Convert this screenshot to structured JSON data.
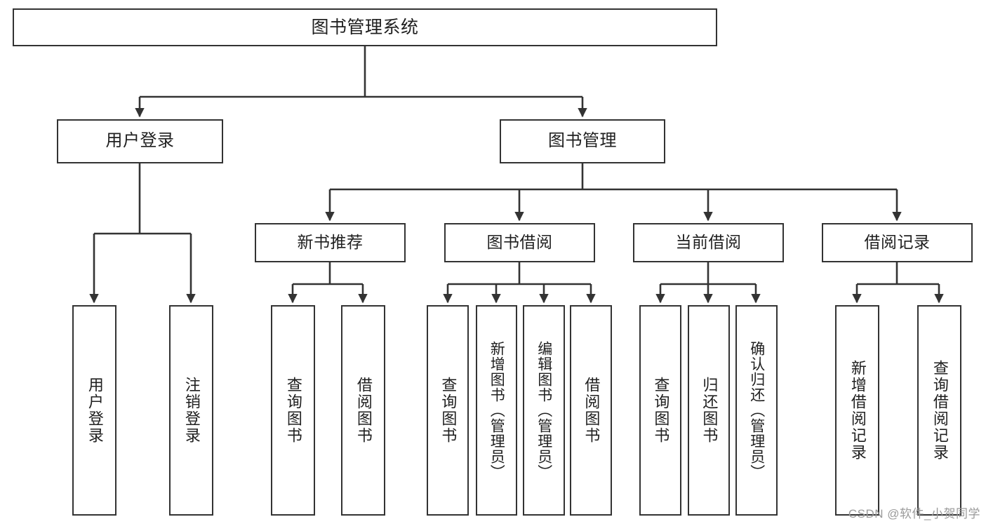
{
  "diagram": {
    "title": "图书管理系统",
    "type": "tree-hierarchy",
    "root": {
      "id": "root",
      "label": "图书管理系统"
    },
    "level1": [
      {
        "id": "user-login",
        "label": "用户登录"
      },
      {
        "id": "book-management",
        "label": "图书管理"
      }
    ],
    "level2": [
      {
        "id": "new-book-recommend",
        "label": "新书推荐",
        "parent": "book-management"
      },
      {
        "id": "book-borrow",
        "label": "图书借阅",
        "parent": "book-management"
      },
      {
        "id": "current-borrow",
        "label": "当前借阅",
        "parent": "book-management"
      },
      {
        "id": "borrow-record",
        "label": "借阅记录",
        "parent": "book-management"
      }
    ],
    "leaves": [
      {
        "id": "leaf-user-login",
        "label": "用户登录",
        "parent": "user-login"
      },
      {
        "id": "leaf-user-logout",
        "label": "注销登录",
        "parent": "user-login"
      },
      {
        "id": "leaf-query-book-1",
        "label": "查询图书",
        "parent": "new-book-recommend"
      },
      {
        "id": "leaf-borrow-book-1",
        "label": "借阅图书",
        "parent": "new-book-recommend"
      },
      {
        "id": "leaf-query-book-2",
        "label": "查询图书",
        "parent": "book-borrow"
      },
      {
        "id": "leaf-add-book",
        "label": "新增图书（管理员）",
        "parent": "book-borrow"
      },
      {
        "id": "leaf-edit-book",
        "label": "编辑图书（管理员）",
        "parent": "book-borrow"
      },
      {
        "id": "leaf-borrow-book-2",
        "label": "借阅图书",
        "parent": "book-borrow"
      },
      {
        "id": "leaf-query-book-3",
        "label": "查询图书",
        "parent": "current-borrow"
      },
      {
        "id": "leaf-return-book",
        "label": "归还图书",
        "parent": "current-borrow"
      },
      {
        "id": "leaf-confirm-return",
        "label": "确认归还（管理员）",
        "parent": "current-borrow"
      },
      {
        "id": "leaf-add-record",
        "label": "新增借阅记录",
        "parent": "borrow-record"
      },
      {
        "id": "leaf-query-record",
        "label": "查询借阅记录",
        "parent": "borrow-record"
      }
    ],
    "watermark": "CSDN @软件_小贺同学",
    "colors": {
      "stroke": "#333333",
      "background": "#ffffff",
      "text": "#1f1f1f",
      "watermark": "#9a9a9a"
    }
  }
}
